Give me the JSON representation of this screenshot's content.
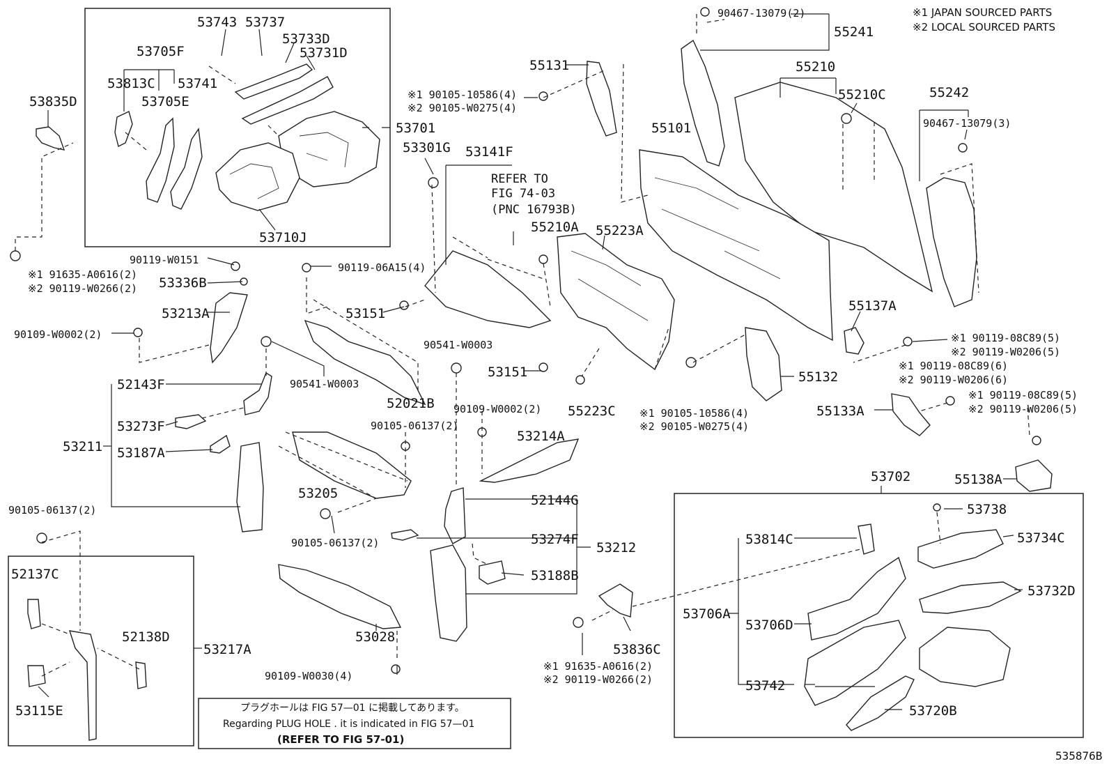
{
  "legend": {
    "japan": "※1 JAPAN SOURCED PARTS",
    "local": "※2 LOCAL SOURCED PARTS"
  },
  "note": {
    "jp": "プラグホールは FIG 57—01 に掲載してあります。",
    "en": "Regarding PLUG HOLE . it is indicated in FIG 57—01",
    "ref": "(REFER TO FIG 57-01)"
  },
  "refer": {
    "line1": "REFER TO",
    "line2": "FIG 74-03",
    "line3": "(PNC 16793B)"
  },
  "diagram_id": "535876B",
  "labels": {
    "p53743": "53743",
    "p53737": "53737",
    "p53733D": "53733D",
    "p53731D": "53731D",
    "p53705F": "53705F",
    "p53813C": "53813C",
    "p53741": "53741",
    "p53705E": "53705E",
    "p53835D": "53835D",
    "p53701": "53701",
    "p53710J": "53710J",
    "p90467a": "90467-13079(2)",
    "p55241": "55241",
    "p55210": "55210",
    "p55210C": "55210C",
    "p55242": "55242",
    "p90467b": "90467-13079(3)",
    "p55131": "55131",
    "p90105a1": "※1 90105-10586(4)",
    "p90105a2": "※2 90105-W0275(4)",
    "p55101": "55101",
    "p53301G": "53301G",
    "p53141F": "53141F",
    "p55210A": "55210A",
    "p55223A": "55223A",
    "p90119W0151": "90119-W0151",
    "p91635a1": "※1 91635-A0616(2)",
    "p90119a2": "※2 90119-W0266(2)",
    "p53336B": "53336B",
    "p90119_06A15": "90119-06A15(4)",
    "p53213A": "53213A",
    "p53151a": "53151",
    "p55137A": "55137A",
    "p90109W0002a": "90109-W0002(2)",
    "p90541a": "90541-W0003",
    "p55132": "55132",
    "p90541b": "90541-W0003",
    "p52143F": "52143F",
    "p53151b": "53151",
    "p52021B": "52021B",
    "p55223C": "55223C",
    "p90105b1": "※1 90105-10586(4)",
    "p90105b2": "※2 90105-W0275(4)",
    "p90119c1": "※1 90119-08C89(5)",
    "p90119c2": "※2 90119-W0206(5)",
    "p90119d1": "※1 90119-08C89(6)",
    "p90119d2": "※2 90119-W0206(6)",
    "p90119e1": "※1 90119-08C89(5)",
    "p90119e2": "※2 90119-W0206(5)",
    "p55133A": "55133A",
    "p90109W0002b": "90109-W0002(2)",
    "p53273F": "53273F",
    "p90105_06137a": "90105-06137(2)",
    "p53211": "53211",
    "p53187A": "53187A",
    "p53214A": "53214A",
    "p55138A": "55138A",
    "p53702": "53702",
    "p53205": "53205",
    "p52144G": "52144G",
    "p90105_06137b": "90105-06137(2)",
    "p53738": "53738",
    "p90105_06137c": "90105-06137(2)",
    "p53274F": "53274F",
    "p53212": "53212",
    "p53814C": "53814C",
    "p53734C": "53734C",
    "p52137C": "52137C",
    "p53188B": "53188B",
    "p53732D": "53732D",
    "p53706A": "53706A",
    "p53706D": "53706D",
    "p52138D": "52138D",
    "p53028": "53028",
    "p53836C": "53836C",
    "p53217A": "53217A",
    "p91635b1": "※1 91635-A0616(2)",
    "p90119b2": "※2 90119-W0266(2)",
    "p90109W0030": "90109-W0030(4)",
    "p53742": "53742",
    "p53115E": "53115E",
    "p53720B": "53720B"
  }
}
